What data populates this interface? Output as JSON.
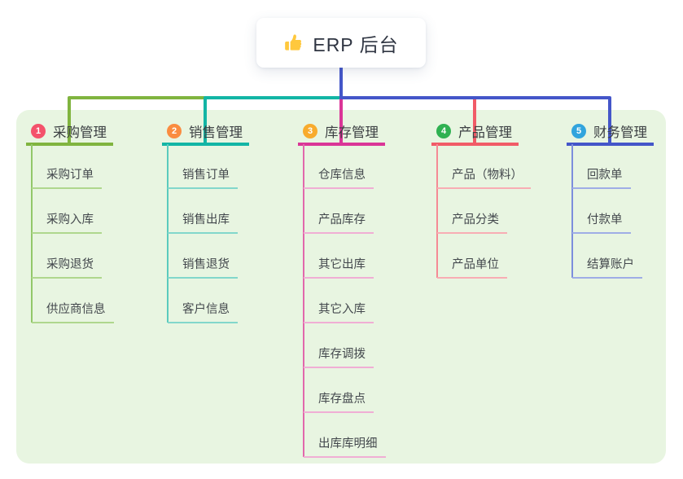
{
  "root": {
    "title": "ERP 后台",
    "icon": "thumbs-up-icon",
    "icon_color": "#FFC83D"
  },
  "panel": {
    "background": "#E8F5E1"
  },
  "connector": {
    "trunk_color": "#4456C9"
  },
  "branches": [
    {
      "number": "1",
      "label": "采购管理",
      "badge_color": "#F4526B",
      "line_color": "#80B43F",
      "vline_color": "#93C86A",
      "child_line_color": "#AFD78D",
      "children": [
        "采购订单",
        "采购入库",
        "采购退货",
        "供应商信息"
      ]
    },
    {
      "number": "2",
      "label": "销售管理",
      "badge_color": "#FA8C40",
      "line_color": "#13B5A5",
      "vline_color": "#5BCBBE",
      "child_line_color": "#82D7CB",
      "children": [
        "销售订单",
        "销售出库",
        "销售退货",
        "客户信息"
      ]
    },
    {
      "number": "3",
      "label": "库存管理",
      "badge_color": "#F8AB2D",
      "line_color": "#DA3597",
      "vline_color": "#E268AC",
      "child_line_color": "#F0AED4",
      "children": [
        "仓库信息",
        "产品库存",
        "其它出库",
        "其它入库",
        "库存调拨",
        "库存盘点",
        "出库库明细"
      ]
    },
    {
      "number": "4",
      "label": "产品管理",
      "badge_color": "#2FB151",
      "line_color": "#F15B67",
      "vline_color": "#F58B95",
      "child_line_color": "#F8ADB4",
      "children": [
        "产品（物料）",
        "产品分类",
        "产品单位"
      ]
    },
    {
      "number": "5",
      "label": "财务管理",
      "badge_color": "#31A4DD",
      "line_color": "#4456C9",
      "vline_color": "#7D8EDC",
      "child_line_color": "#9FADE6",
      "children": [
        "回款单",
        "付款单",
        "结算账户"
      ]
    }
  ]
}
